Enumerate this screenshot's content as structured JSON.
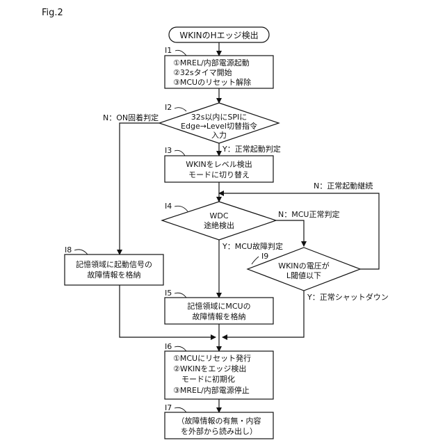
{
  "figure_label": "Fig.2",
  "start": {
    "text": "WKINのHエッジ検出"
  },
  "steps": {
    "I1": {
      "id": "I1",
      "lines": [
        "①MREL/内部電源起動",
        "②32sタイマ開始",
        "③MCUのリセット解除"
      ]
    },
    "I2": {
      "id": "I2",
      "lines": [
        "32s以内にSPIに",
        "Edge→Level切替指令",
        "入力"
      ]
    },
    "I3": {
      "id": "I3",
      "lines": [
        "WKINをレベル検出",
        "モードに切り替え"
      ]
    },
    "I4": {
      "id": "I4",
      "lines": [
        "WDC",
        "途絶検出"
      ]
    },
    "I5": {
      "id": "I5",
      "lines": [
        "記憶領域にMCUの",
        "故障情報を格納"
      ]
    },
    "I6": {
      "id": "I6",
      "lines": [
        "①MCUにリセット発行",
        "②WKINをエッジ検出",
        "モードに初期化",
        "③MREL/内部電源停止"
      ]
    },
    "I7": {
      "id": "I7",
      "lines": [
        "（故障情報の有無・内容",
        "を外部から読み出し）"
      ]
    },
    "I8": {
      "id": "I8",
      "lines": [
        "記憶領域に起動信号の",
        "故障情報を格納"
      ]
    },
    "I9": {
      "id": "I9",
      "lines": [
        "WKINの電圧が",
        "L閾値以下"
      ]
    }
  },
  "branch_labels": {
    "i2_no": "N：ON固着判定",
    "i2_yes": "Y：正常起動判定",
    "i4_no": "N：MCU正常判定",
    "i4_yes": "Y：MCU故障判定",
    "i9_no": "N：正常起動継続",
    "i9_yes": "Y：正常シャットダウン"
  }
}
